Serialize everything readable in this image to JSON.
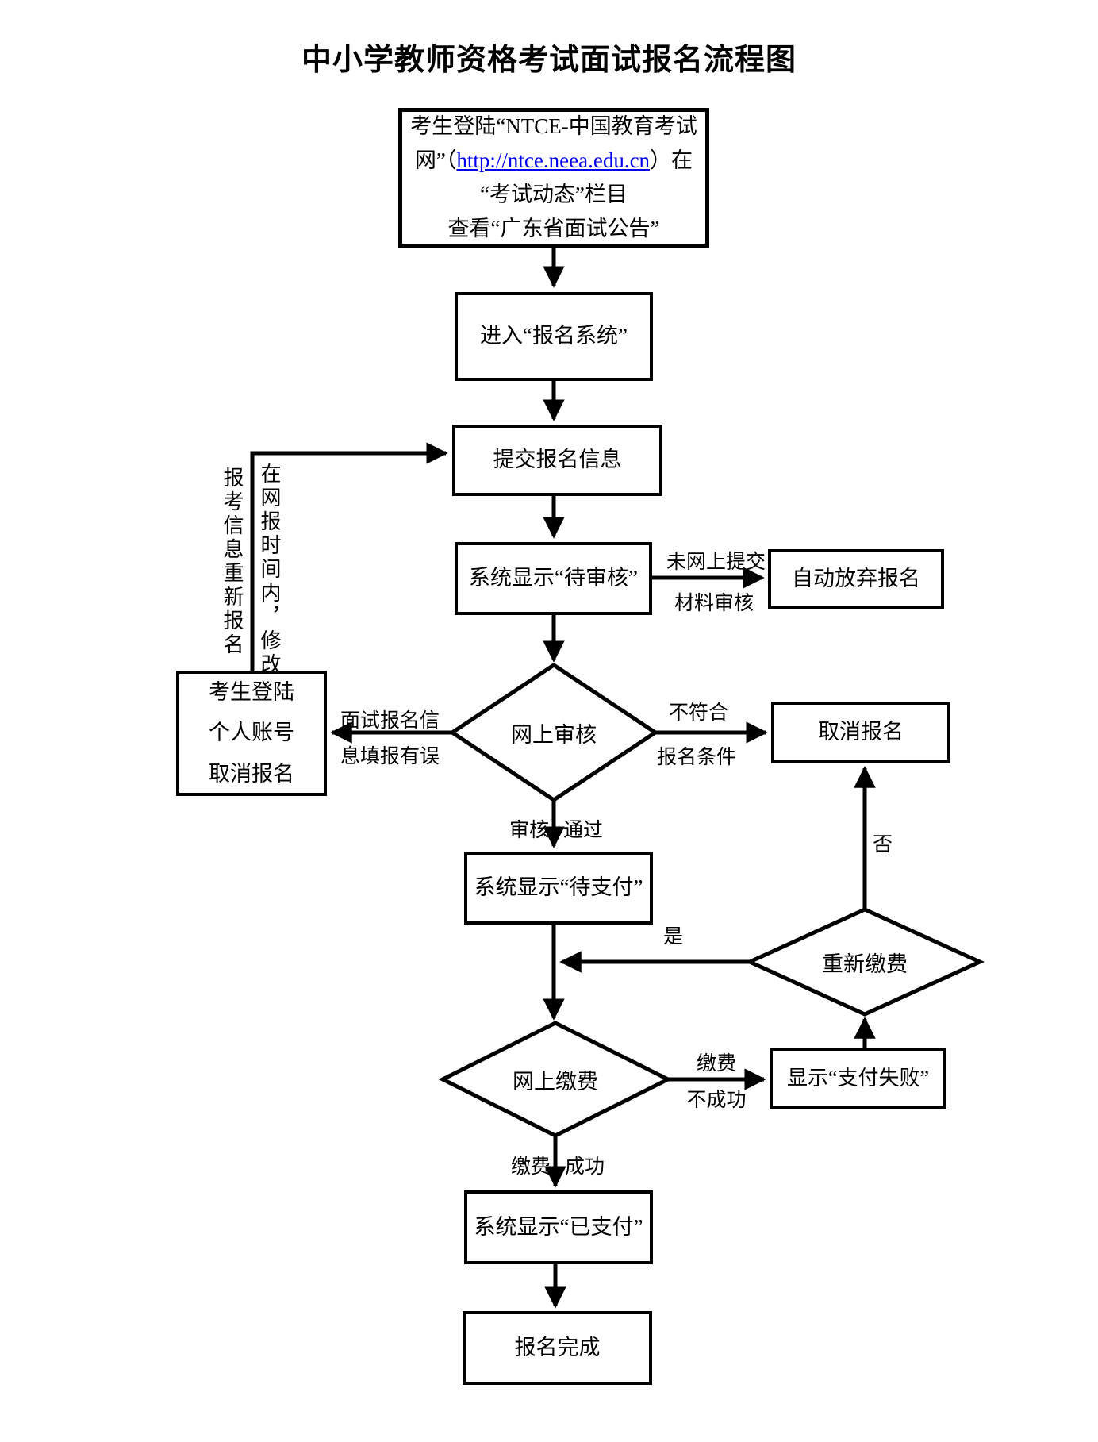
{
  "title": "中小学教师资格考试面试报名流程图",
  "nodes": {
    "login_portal": {
      "line1": "考生登陆“NTCE-中国教育考试",
      "line2_prefix": "网”（",
      "line2_link": "http://ntce.neea.edu.cn",
      "line2_suffix": "）在",
      "line3": "“考试动态”栏目",
      "line4": "查看“广东省面试公告”"
    },
    "enter_system": "进入“报名系统”",
    "submit_info": "提交报名信息",
    "pending_review": "系统显示“待审核”",
    "auto_abandon": "自动放弃报名",
    "online_review": "网上审核",
    "login_cancel": {
      "line1": "考生登陆",
      "line2": "个人账号",
      "line3": "取消报名"
    },
    "cancel_registration": "取消报名",
    "pending_payment": "系统显示“待支付”",
    "repay": "重新缴费",
    "online_payment": "网上缴费",
    "payment_failed": "显示“支付失败”",
    "paid": "系统显示“已支付”",
    "complete": "报名完成"
  },
  "edge_labels": {
    "no_submit_line1": "未网上提交",
    "no_submit_line2": "材料审核",
    "info_error_line1": "面试报名信",
    "info_error_line2": "息填报有误",
    "not_qualified_line1": "不符合",
    "not_qualified_line2": "报名条件",
    "review": "审核",
    "pass": "通过",
    "yes": "是",
    "no": "否",
    "pay_fail_line1": "缴费",
    "pay_fail_line2": "不成功",
    "pay_ok_line1": "缴费",
    "pay_ok_line2": "成功",
    "revise_right_col": "在网报时间内，修改",
    "revise_left_col": "报考信息重新报名"
  },
  "colors": {
    "line": "#000000",
    "link": "#0000EE",
    "background": "#FFFFFF"
  }
}
